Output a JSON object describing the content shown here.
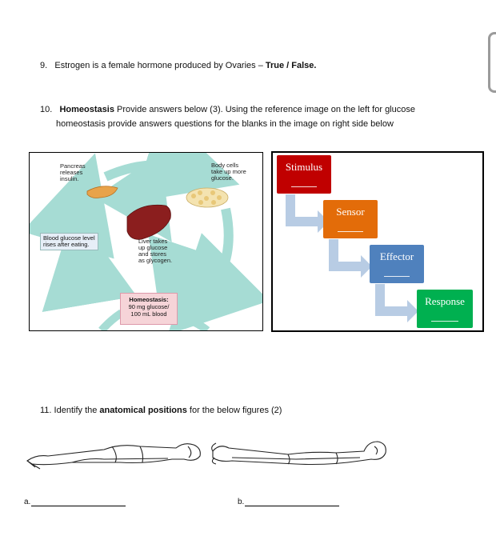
{
  "q9": {
    "number": "9.",
    "text": "Estrogen is a female hormone produced by Ovaries – ",
    "answer_choice": "True / False."
  },
  "q10": {
    "number": "10.",
    "bold": "Homeostasis",
    "text_line1": " Provide answers below (3). Using the reference image on the left for glucose",
    "text_line2": "homeostasis provide answers questions for the blanks in the image on   right side below"
  },
  "figure_left": {
    "pancreas_label": "Pancreas\nreleases\ninsulin.",
    "body_cells_label": "Body cells\ntake up more\nglucose.",
    "blood_glucose_label": "Blood glucose level\nrises after eating.",
    "liver_label": "Liver takes\nup glucose\nand stores\nas glycogen.",
    "homeostasis_title": "Homeostasis:",
    "homeostasis_value": "90 mg glucose/\n100 mL blood"
  },
  "figure_right": {
    "steps": [
      {
        "label": "Stimulus",
        "color": "#c00000"
      },
      {
        "label": "Sensor",
        "color": "#e36c09"
      },
      {
        "label": "Effector",
        "color": "#4f81bd"
      },
      {
        "label": "Response",
        "color": "#00b050"
      }
    ],
    "arrow_color": "#b8cce4"
  },
  "q11": {
    "number": "11.",
    "text_pre": "Identify the ",
    "bold": "anatomical positions",
    "text_post": " for the below figures (2)"
  },
  "answers": {
    "a_label": "a.",
    "b_label": "b."
  }
}
